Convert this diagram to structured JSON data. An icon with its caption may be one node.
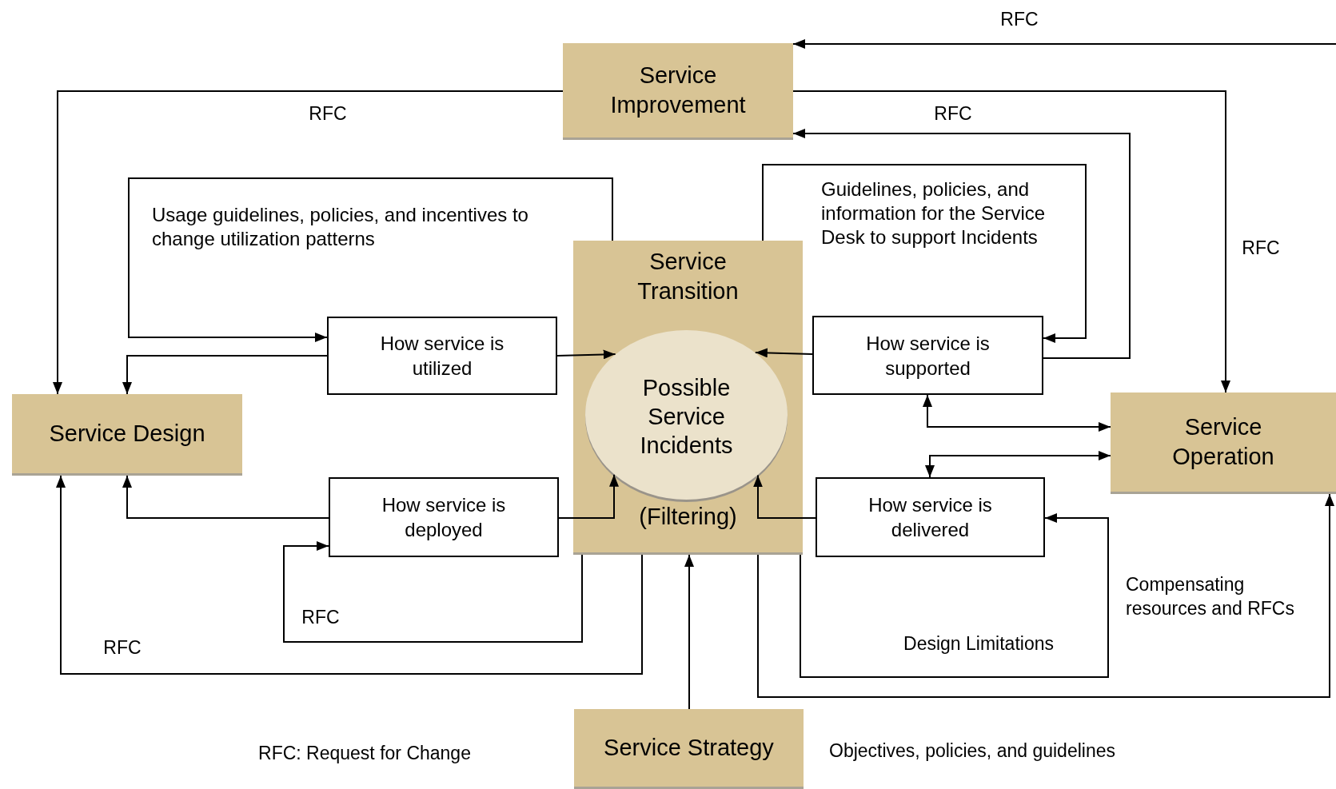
{
  "diagram": {
    "nodes": [
      {
        "text": [
          "Service Improvement"
        ]
      },
      {
        "text": [
          "Service Transition",
          "(Filtering)"
        ]
      },
      {
        "text": [
          "Possible Service Incidents"
        ],
        "in": 1
      },
      {
        "text": [
          "How service is utilized"
        ]
      },
      {
        "text": [
          "How service is supported"
        ]
      },
      {
        "text": [
          "Service Design"
        ]
      },
      {
        "text": [
          "Service Operation"
        ]
      },
      {
        "text": [
          "How service is deployed"
        ]
      },
      {
        "text": [
          "How service is delivered"
        ]
      },
      {
        "text": [
          "Service Strategy"
        ],
        "beside": [
          "Objectives, policies, and guidelines"
        ]
      }
    ],
    "edges": [
      {
        "from": null,
        "to": 0,
        "arrow": "to",
        "label": "RFC"
      },
      {
        "from": 0,
        "to": 5,
        "arrow": "to",
        "label": "RFC"
      },
      {
        "from": 0,
        "to": 6,
        "arrow": "to",
        "label": "RFC"
      },
      {
        "from": 4,
        "to": 0,
        "arrow": "to",
        "label": "RFC"
      },
      {
        "from": 1,
        "to": 3,
        "arrow": "to",
        "label": "Usage guidelines, policies, and incentives to change utilization patterns"
      },
      {
        "from": 1,
        "to": 4,
        "arrow": "to",
        "label": "Guidelines, policies, and information for the Service Desk to support Incidents"
      },
      {
        "from": 3,
        "to": 5,
        "arrow": "to"
      },
      {
        "from": 3,
        "to": 2,
        "arrow": "to"
      },
      {
        "from": 4,
        "to": 2,
        "arrow": "to"
      },
      {
        "from": 4,
        "to": 6,
        "arrow": "both"
      },
      {
        "from": 8,
        "to": 6,
        "arrow": "both"
      },
      {
        "from": 7,
        "to": 5,
        "arrow": "to"
      },
      {
        "from": 7,
        "to": 2,
        "arrow": "to"
      },
      {
        "from": 8,
        "to": 2,
        "arrow": "to"
      },
      {
        "from": 1,
        "to": 7,
        "arrow": "to",
        "label": "RFC"
      },
      {
        "from": 1,
        "to": 5,
        "arrow": "to",
        "label": "RFC"
      },
      {
        "from": 1,
        "to": 8,
        "arrow": "to",
        "label": "Design Limitations"
      },
      {
        "from": 1,
        "to": 6,
        "arrow": "to",
        "label": "Compensating resources and RFCs"
      },
      {
        "from": 9,
        "to": 1,
        "arrow": "to"
      }
    ],
    "labels": [
      "RFC: Request for Change"
    ]
  }
}
